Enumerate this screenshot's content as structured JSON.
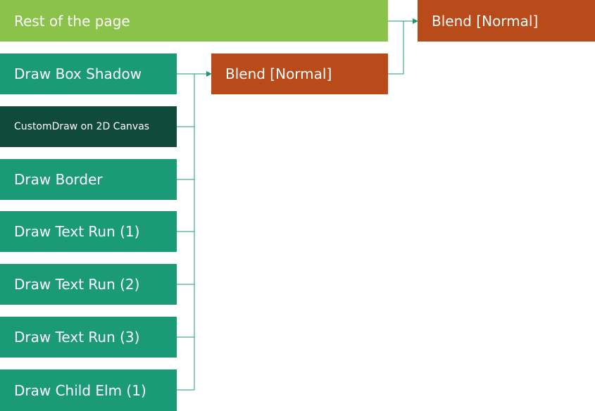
{
  "colors": {
    "rest": "#8bc34a",
    "draw": "#1b9a77",
    "custom": "#0f4a3a",
    "blend": "#b94a1a",
    "connector": "#1b9a77"
  },
  "nodes": {
    "rest_of_page": "Rest of the page",
    "blend_top": "Blend [Normal]",
    "blend_mid": "Blend [Normal]",
    "draw_box_shadow": "Draw Box Shadow",
    "custom_draw": "CustomDraw on 2D Canvas",
    "draw_border": "Draw Border",
    "draw_text_run_1": "Draw Text Run (1)",
    "draw_text_run_2": "Draw Text Run (2)",
    "draw_text_run_3": "Draw Text Run (3)",
    "draw_child_elm_1": "Draw Child Elm (1)"
  }
}
